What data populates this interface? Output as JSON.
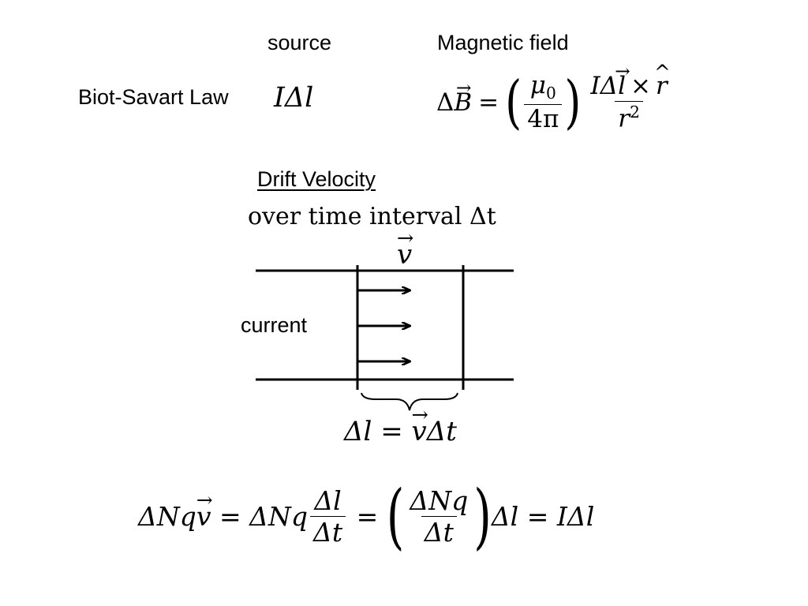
{
  "header": {
    "source_label": "source",
    "magnetic_field_label": "Magnetic field"
  },
  "biot_savart": {
    "label": "Biot-Savart Law",
    "source_I": "I",
    "source_dl": "Δl",
    "lhs_delta": "Δ",
    "lhs_B": "B",
    "equals": "=",
    "mu": "μ",
    "mu_sub": "0",
    "four_pi": "4π",
    "rhs_num_I": "IΔ",
    "rhs_num_l": "l",
    "rhs_num_times": "×",
    "rhs_num_r": "r",
    "rhs_den_r": "r",
    "rhs_den_exp": "2"
  },
  "drift": {
    "heading": "Drift Velocity",
    "interval_text": "over time interval Δt",
    "velocity_symbol": "v",
    "current_label": "current",
    "dl_lhs": "Δl = ",
    "dl_v": "v",
    "dl_rhs": "Δt"
  },
  "bottom_equation": {
    "a_delta_n_q": "ΔNq",
    "a_v": "v",
    "eq1": " = ",
    "b_delta_n_q": "ΔNq",
    "b_num": "Δl",
    "b_den": "Δt",
    "eq2": " = ",
    "c_num": "ΔNq",
    "c_den": "Δt",
    "c_tail": "Δl = IΔl"
  }
}
